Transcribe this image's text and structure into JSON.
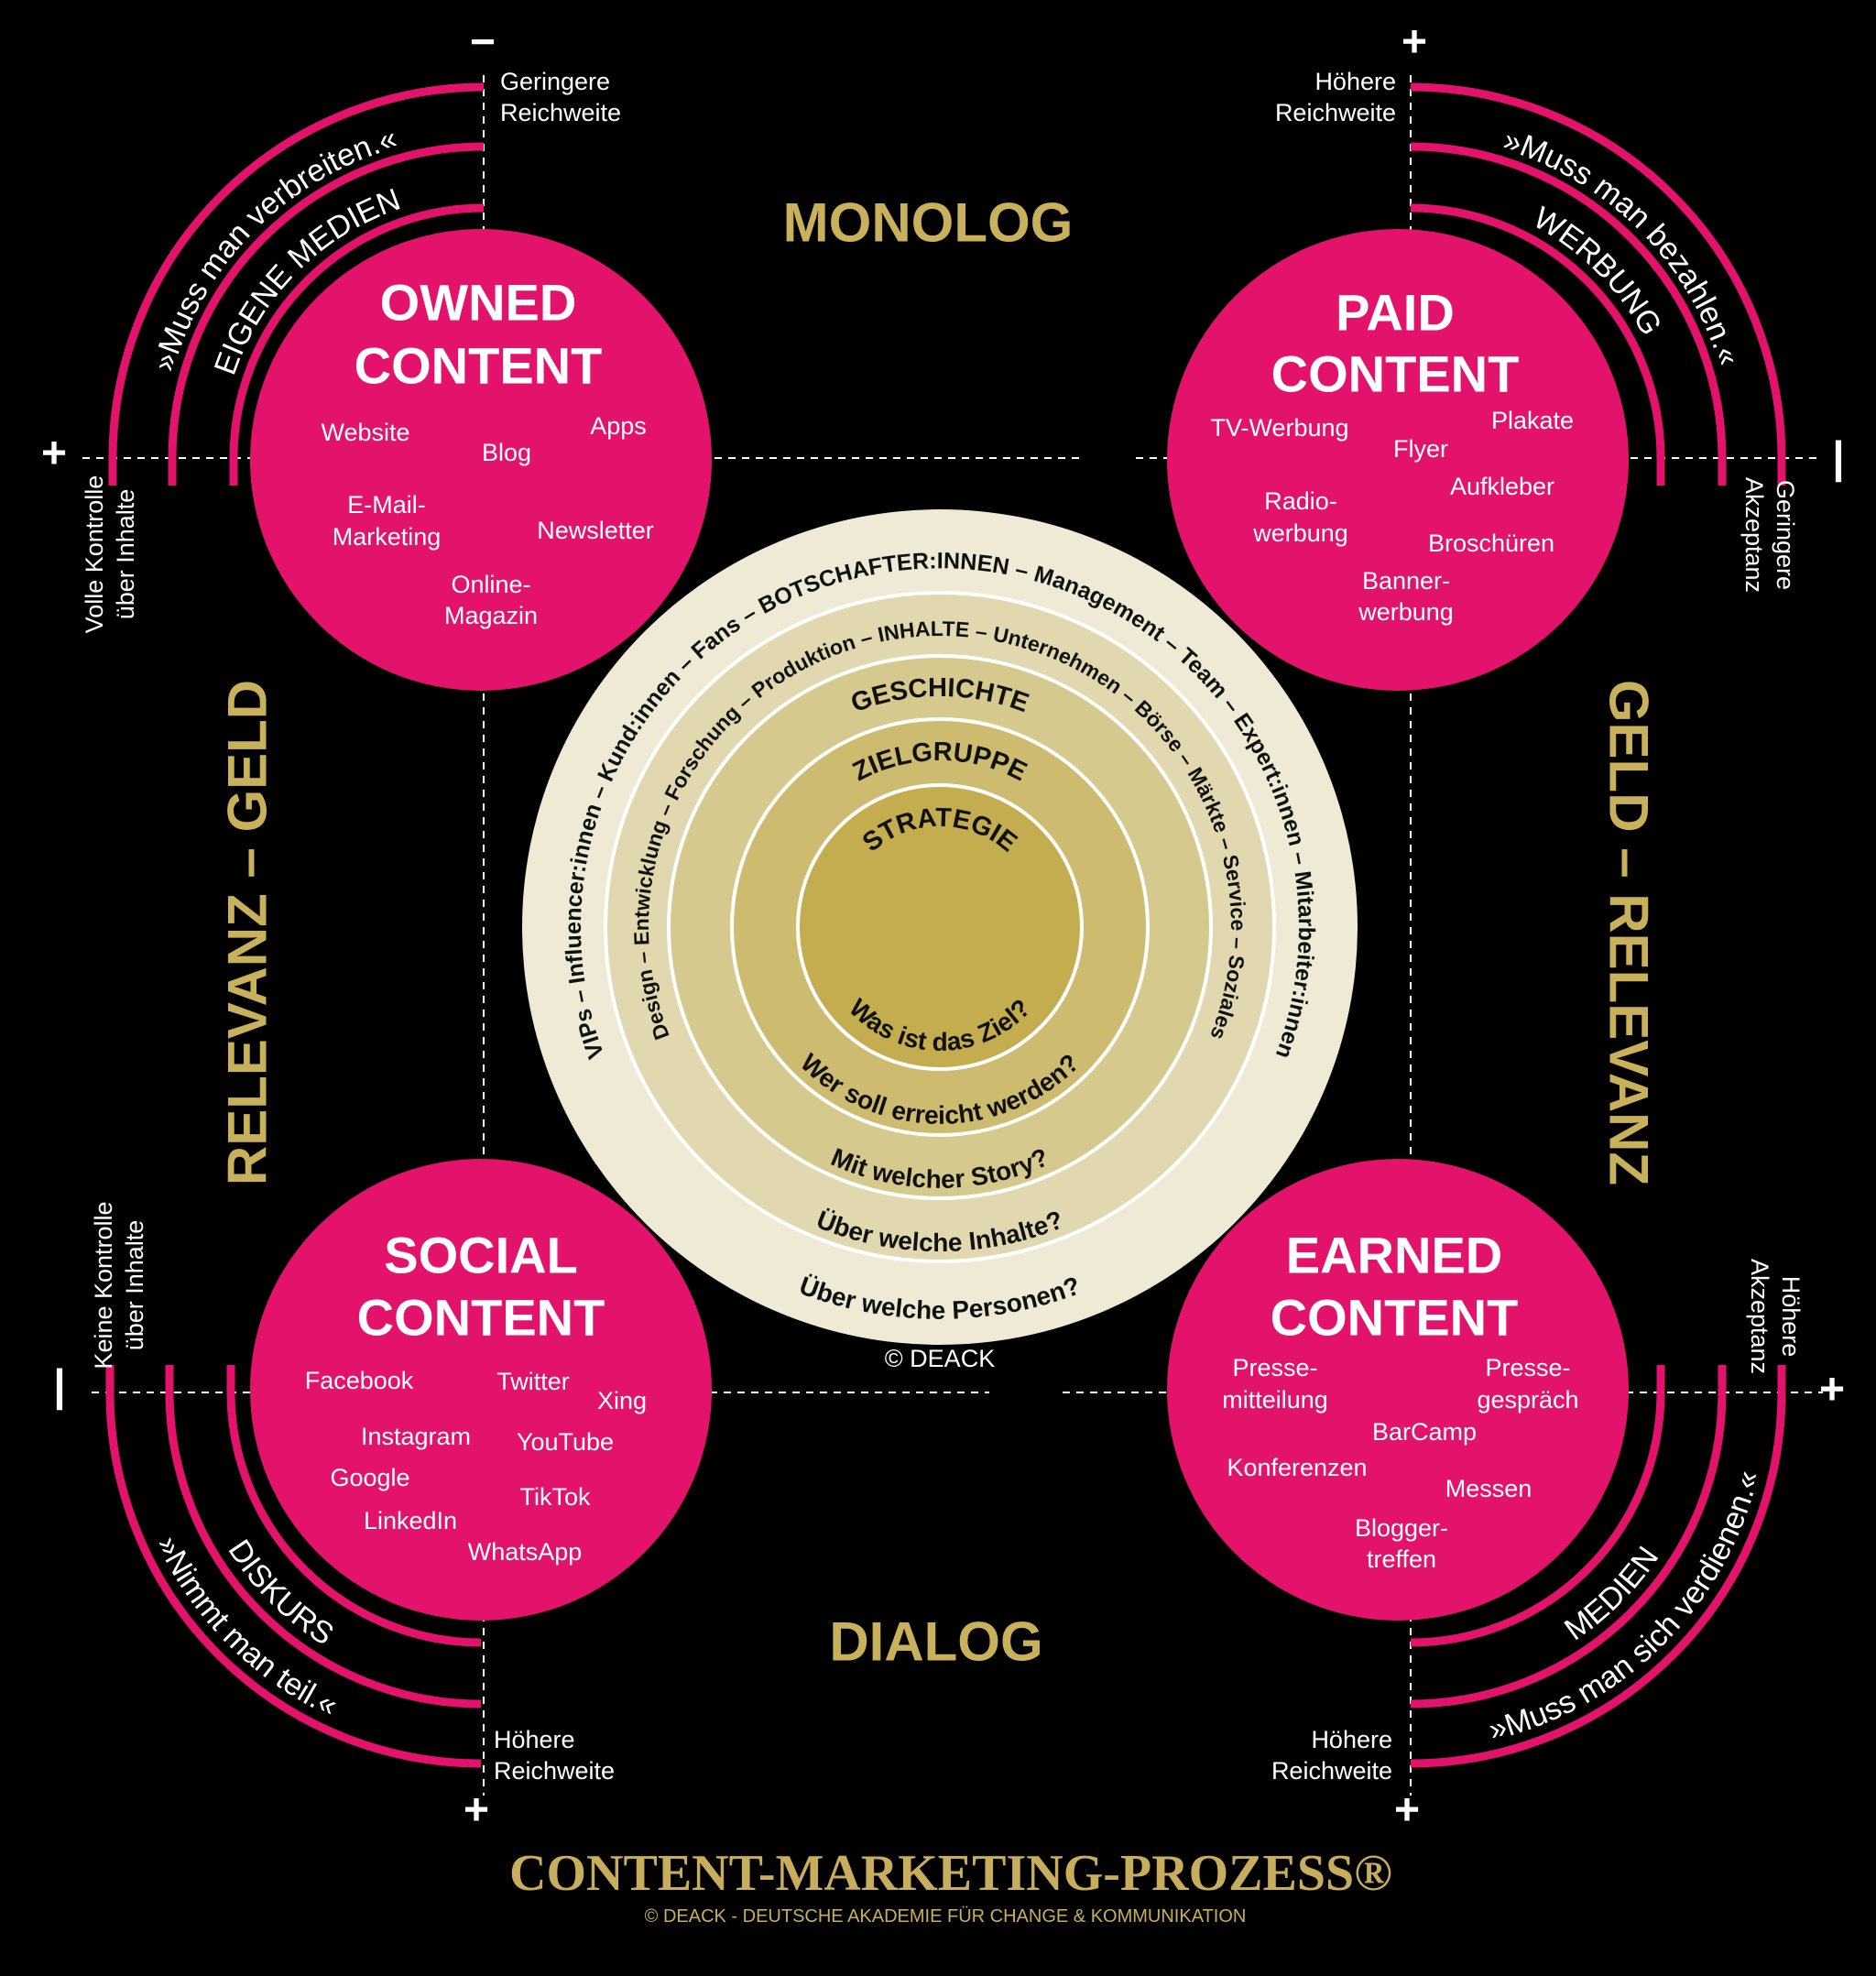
{
  "colors": {
    "magenta": "#e3136b",
    "gold": "#c8b15a",
    "background": "#000000"
  },
  "axes": {
    "top": "MONOLOG",
    "bottom": "DIALOG",
    "left": "RELEVANZ – GELD",
    "right": "GELD – RELEVANZ"
  },
  "corner_labels": {
    "top_left_sign": "−",
    "top_left": [
      "Geringere",
      "Reichweite"
    ],
    "top_right_sign": "+",
    "top_right": [
      "Höhere",
      "Reichweite"
    ],
    "left_top_sign": "+",
    "left_top": [
      "Volle Kontrolle",
      "über Inhalte"
    ],
    "right_top_sign": "|",
    "right_top": [
      "Geringere",
      "Akzeptanz"
    ],
    "left_bottom_sign": "|",
    "left_bottom": [
      "Keine Kontrolle",
      "über Inhalte"
    ],
    "right_bottom_sign": "+",
    "right_bottom": [
      "Höhere",
      "Akzeptanz"
    ],
    "bottom_left_sign": "+",
    "bottom_left": [
      "Höhere",
      "Reichweite"
    ],
    "bottom_right_sign": "+",
    "bottom_right": [
      "Höhere",
      "Reichweite"
    ]
  },
  "owned": {
    "title": [
      "OWNED",
      "CONTENT"
    ],
    "quote": "»Muss man verbreiten.«",
    "category": "EIGENE MEDIEN",
    "items": [
      "Website",
      "Blog",
      "Apps",
      [
        "E-Mail-",
        "Marketing"
      ],
      "Newsletter",
      [
        "Online-",
        "Magazin"
      ]
    ]
  },
  "paid": {
    "title": [
      "PAID",
      "CONTENT"
    ],
    "quote": "»Muss man bezahlen.«",
    "category": "WERBUNG",
    "items": [
      "TV-Werbung",
      "Plakate",
      "Flyer",
      "Aufkleber",
      [
        "Radio-",
        "werbung"
      ],
      "Broschüren",
      [
        "Banner-",
        "werbung"
      ]
    ]
  },
  "social": {
    "title": [
      "SOCIAL",
      "CONTENT"
    ],
    "quote": "»Nimmt man teil.«",
    "category": "DISKURS",
    "items": [
      "Facebook",
      "Twitter",
      "Xing",
      "Instagram",
      "YouTube",
      "Google",
      "TikTok",
      "LinkedIn",
      "WhatsApp"
    ]
  },
  "earned": {
    "title": [
      "EARNED",
      "CONTENT"
    ],
    "quote": "»Muss man sich verdienen.«",
    "category": "MEDIEN",
    "items": [
      [
        "Presse-",
        "mitteilung"
      ],
      [
        "Presse-",
        "gespräch"
      ],
      "BarCamp",
      "Konferenzen",
      "Messen",
      [
        "Blogger-",
        "treffen"
      ]
    ]
  },
  "center": {
    "outer_top": "VIPs – Influencer:innen – Kund:innen – Fans – BOTSCHAFTER:INNEN – Management – Team – Expert:innen – Mitarbeiter:innen",
    "outer_bottom": "Über welche Personen?",
    "ring2_top": "Design – Entwicklung – Forschung – Produktion – INHALTE – Unternehmen – Börse – Märkte – Service – Soziales",
    "ring2_bottom": "Über welche Inhalte?",
    "ring3_top": "GESCHICHTE",
    "ring3_bottom": "Mit welcher Story?",
    "ring4_top": "ZIELGRUPPE",
    "ring4_bottom": "Wer soll erreicht werden?",
    "core_top": "STRATEGIE",
    "core_bottom": "Was ist das Ziel?",
    "copyright": "© DEACK"
  },
  "footer": {
    "title": "CONTENT-MARKETING-PROZESS®",
    "subtitle": "© DEACK - DEUTSCHE AKADEMIE FÜR CHANGE & KOMMUNIKATION"
  }
}
